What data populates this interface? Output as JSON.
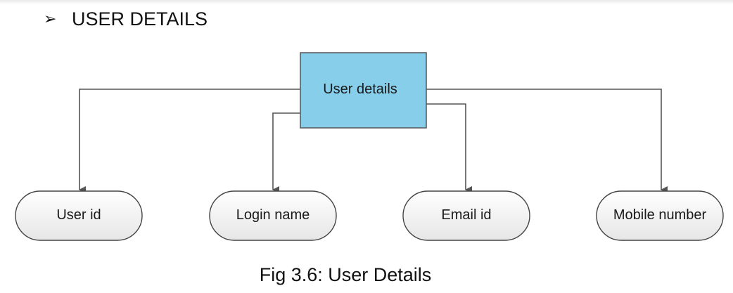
{
  "heading": {
    "bullet": "➢",
    "text": "USER DETAILS"
  },
  "diagram": {
    "root": {
      "label": "User details",
      "fill": "#87ceeb"
    },
    "children": [
      {
        "label": "User id"
      },
      {
        "label": "Login name"
      },
      {
        "label": "Email id"
      },
      {
        "label": "Mobile number"
      }
    ],
    "colors": {
      "line": "#555555",
      "node_border": "#444444",
      "node_fill_top": "#ffffff",
      "node_fill_bottom": "#e8e8e8"
    }
  },
  "caption": "Fig 3.6: User Details"
}
